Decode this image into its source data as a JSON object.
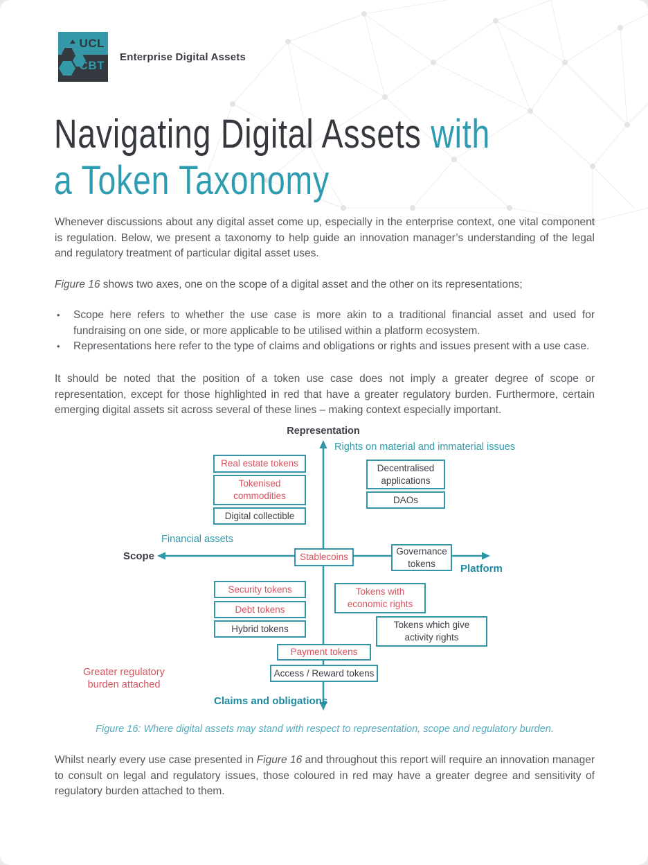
{
  "header": {
    "brand": "Enterprise Digital Assets",
    "logo_top": "UCL",
    "logo_bottom": "CBT"
  },
  "title": {
    "line1_dark": "Navigating Digital Assets",
    "line1_teal": "with",
    "line2": "a Token Taxonomy"
  },
  "intro": {
    "p1": "Whenever discussions about any digital asset come up, especially in the enterprise context, one vital component is regulation. Below, we present a taxonomy to help guide an innovation manager’s understanding of the legal and regulatory treatment of particular digital asset uses.",
    "p2_fig": "Figure 16",
    "p2_rest": " shows two axes, one on the scope of a digital asset and the other on its representations;",
    "p3": "It should be noted that the position of a token use case does not imply a greater degree of scope or representation, except for those highlighted in red that have a greater regulatory burden. Furthermore, certain emerging digital assets sit across several of these lines – making context especially important."
  },
  "bullets": [
    "Scope here refers to whether the use case is more akin to a traditional financial asset and used for fundraising on one side, or more applicable to be utilised within a platform ecosystem.",
    "Representations here refer to the type of claims and obligations or rights and issues present with a use case."
  ],
  "diagram": {
    "axis_top_label": "Representation",
    "axis_top_sublabel": "Rights on material and immaterial issues",
    "axis_left_label": "Scope",
    "axis_left_sublabel": "Financial assets",
    "axis_right_label": "Platform",
    "axis_bottom_label": "Claims and obligations",
    "legend_red": "Greater regulatory burden attached",
    "colors": {
      "teal": "#3295a7",
      "red": "#d8525e",
      "dark": "#3c4046"
    },
    "boxes": [
      {
        "label": "Real estate tokens",
        "emphasis": "red"
      },
      {
        "label": "Tokenised commodities",
        "emphasis": "red"
      },
      {
        "label": "Digital collectible",
        "emphasis": "dark"
      },
      {
        "label": "Decentralised applications",
        "emphasis": "dark"
      },
      {
        "label": "DAOs",
        "emphasis": "dark"
      },
      {
        "label": "Stablecoins",
        "emphasis": "red"
      },
      {
        "label": "Governance tokens",
        "emphasis": "dark"
      },
      {
        "label": "Security tokens",
        "emphasis": "red"
      },
      {
        "label": "Debt tokens",
        "emphasis": "red"
      },
      {
        "label": "Hybrid tokens",
        "emphasis": "dark"
      },
      {
        "label": "Tokens with economic rights",
        "emphasis": "red"
      },
      {
        "label": "Tokens which give activity rights",
        "emphasis": "dark"
      },
      {
        "label": "Payment tokens",
        "emphasis": "red"
      },
      {
        "label": "Access / Reward tokens",
        "emphasis": "dark"
      }
    ]
  },
  "caption": "Figure 16: Where digital assets may stand with respect to representation, scope and regulatory burden.",
  "closing": {
    "pre": "Whilst nearly every use case presented in ",
    "fig": "Figure 16",
    "post": " and throughout this report will require an innovation manager to consult on legal and regulatory issues, those coloured in red may have a greater degree and sensitivity of regulatory burden attached to them."
  }
}
